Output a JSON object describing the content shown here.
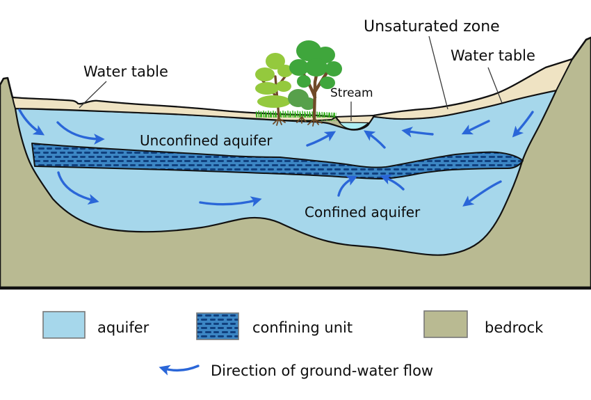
{
  "diagram": {
    "labels": {
      "water_table_left": "Water table",
      "unsaturated_zone": "Unsaturated zone",
      "water_table_right": "Water table",
      "stream": "Stream",
      "unconfined_aquifer": "Unconfined aquifer",
      "confined_aquifer": "Confined aquifer"
    }
  },
  "legend": {
    "items": [
      {
        "label": "aquifer"
      },
      {
        "label": "confining unit"
      },
      {
        "label": "bedrock"
      }
    ],
    "flow_label": "Direction of ground-water flow",
    "flow_icon": "curved-left-flow-arrow"
  },
  "colors": {
    "aquifer": "#a6d7eb",
    "confining_unit": "#3c86c4",
    "confining_unit_dash": "#10407e",
    "bedrock": "#b9ba92",
    "unsaturated_soil": "#efe3c3",
    "stream_water": "#aeeef2",
    "flow_arrow": "#2a66d8",
    "outline": "#111111",
    "tree_light": "#94c93d",
    "tree_dark": "#3fa63c",
    "tree_bush": "#57a04b",
    "trunk": "#6f4a28",
    "grass": "#2fae17"
  }
}
